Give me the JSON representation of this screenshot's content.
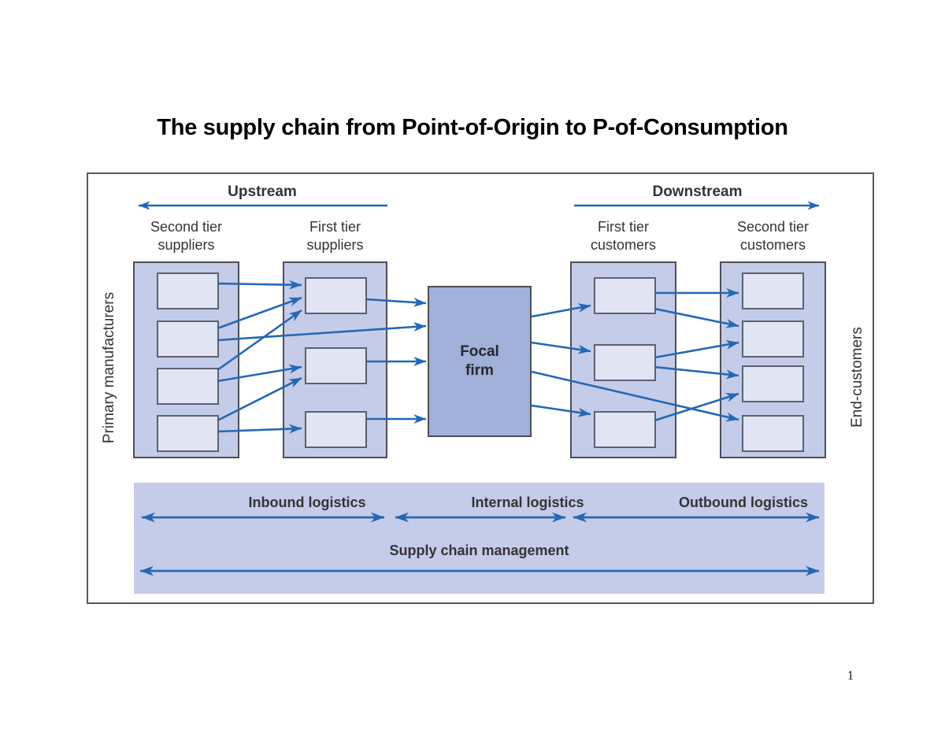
{
  "title": "The supply chain from Point-of-Origin to P-of-Consumption",
  "page": {
    "page_number": "1"
  },
  "diagram": {
    "header": {
      "upstream_label": "Upstream",
      "downstream_label": "Downstream"
    },
    "side_labels": {
      "left": "Primary manufacturers",
      "right": "End-customers"
    },
    "focal_firm": {
      "line1": "Focal",
      "line2": "firm"
    },
    "columns": [
      {
        "id": "second-tier-suppliers",
        "line1": "Second tier",
        "line2": "suppliers",
        "box_count": 4
      },
      {
        "id": "first-tier-suppliers",
        "line1": "First tier",
        "line2": "suppliers",
        "box_count": 3
      },
      {
        "id": "first-tier-customers",
        "line1": "First tier",
        "line2": "customers",
        "box_count": 3
      },
      {
        "id": "second-tier-customers",
        "line1": "Second tier",
        "line2": "customers",
        "box_count": 4
      }
    ],
    "logistics_band": {
      "inbound": "Inbound logistics",
      "internal": "Internal logistics",
      "outbound": "Outbound logistics",
      "scm": "Supply chain management"
    },
    "colors": {
      "arrow_blue": "#2368b5",
      "container_fill": "#c4cce9",
      "box_fill": "#e1e5f3",
      "focal_fill": "#a0b0d8",
      "band_fill": "#c4cce9",
      "border_dark": "#4e4e58",
      "label_text": "#333333"
    },
    "connections": [
      "second-tier-supplier-1 > first-tier-supplier-1",
      "second-tier-supplier-2 > first-tier-supplier-1",
      "second-tier-supplier-2 > focal-firm",
      "second-tier-supplier-3 > first-tier-supplier-1",
      "second-tier-supplier-3 > first-tier-supplier-2",
      "second-tier-supplier-4 > first-tier-supplier-2",
      "second-tier-supplier-4 > first-tier-supplier-3",
      "first-tier-supplier-1 > focal-firm",
      "first-tier-supplier-2 > focal-firm",
      "first-tier-supplier-3 > focal-firm",
      "focal-firm > first-tier-customer-1",
      "focal-firm > first-tier-customer-2",
      "focal-firm > first-tier-customer-3",
      "focal-firm > second-tier-customer-4",
      "first-tier-customer-1 > second-tier-customer-1",
      "first-tier-customer-1 > second-tier-customer-2",
      "first-tier-customer-2 > second-tier-customer-2",
      "first-tier-customer-2 > second-tier-customer-3",
      "first-tier-customer-3 > second-tier-customer-3"
    ]
  }
}
